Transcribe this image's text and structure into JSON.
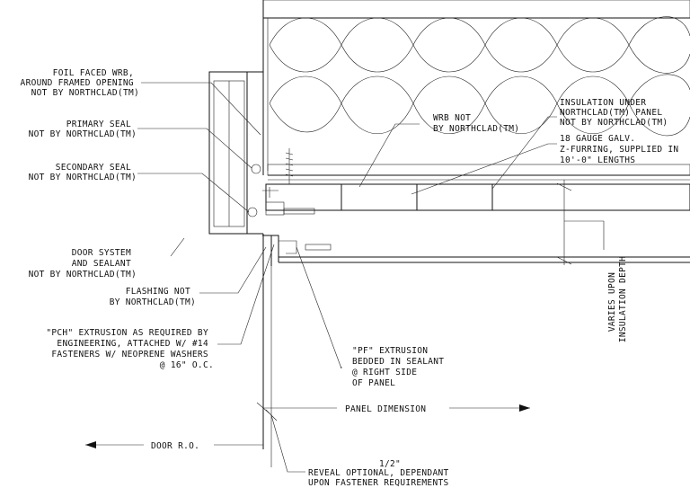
{
  "labels": {
    "foil_wrb": [
      "FOIL FACED WRB,",
      "AROUND FRAMED OPENING",
      "NOT BY NORTHCLAD(TM)"
    ],
    "primary_seal": [
      "PRIMARY SEAL",
      "NOT BY NORTHCLAD(TM)"
    ],
    "secondary_seal": [
      "SECONDARY SEAL",
      "NOT BY NORTHCLAD(TM)"
    ],
    "door_system": [
      "DOOR SYSTEM",
      "AND SEALANT",
      "NOT BY NORTHCLAD(TM)"
    ],
    "flashing": [
      "FLASHING NOT",
      "BY NORTHCLAD(TM)"
    ],
    "pch": [
      "\"PCH\" EXTRUSION AS REQUIRED BY",
      "ENGINEERING, ATTACHED W/ #14",
      "FASTENERS W/ NEOPRENE WASHERS",
      "@ 16\" O.C."
    ],
    "wrb_not": [
      "WRB NOT",
      "BY NORTHCLAD(TM)"
    ],
    "insulation_under": [
      "INSULATION UNDER",
      "NORTHCLAD(TM) PANEL",
      "NOT BY NORTHCLAD(TM)"
    ],
    "z_furring": [
      "18 GAUGE GALV.",
      "Z-FURRING, SUPPLIED IN",
      "10'-0\" LENGTHS"
    ],
    "pf": [
      "\"PF\" EXTRUSION",
      "BEDDED IN SEALANT",
      "@ RIGHT SIDE",
      "OF PANEL"
    ],
    "varies": [
      "VARIES UPON",
      "INSULATION DEPTH"
    ],
    "panel_dimension": "PANEL DIMENSION",
    "door_ro": "DOOR  R.O.",
    "half": "1/2\"",
    "reveal": [
      "REVEAL OPTIONAL, DEPENDANT",
      "UPON FASTENER REQUIREMENTS"
    ]
  }
}
